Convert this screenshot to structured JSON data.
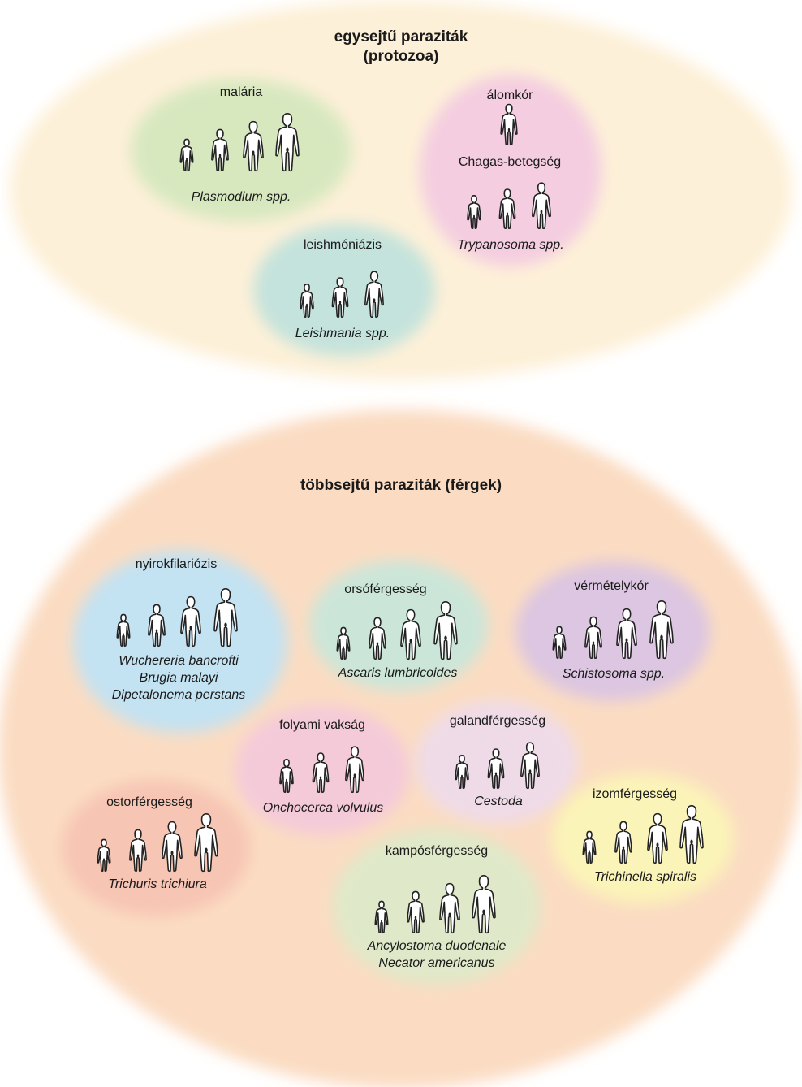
{
  "groups": [
    {
      "id": "protozoa",
      "title_lines": [
        "egysejtű paraziták",
        "(protozoa)"
      ],
      "color": "#fdf0d8"
    },
    {
      "id": "helminths",
      "title_lines": [
        "többsejtű paraziták (férgek)"
      ],
      "color": "#fbdcc2"
    }
  ],
  "diseases": [
    {
      "id": "malaria",
      "group": "protozoa",
      "name": "malária",
      "species": [
        "Plasmodium spp."
      ],
      "color": "#d7e8bf"
    },
    {
      "id": "sleeping-sickness",
      "group": "protozoa",
      "name": "álomkór",
      "species": [],
      "color": "#f4cde0"
    },
    {
      "id": "chagas",
      "group": "protozoa",
      "name": "Chagas-betegség",
      "species": [
        "Trypanosoma spp."
      ],
      "color": "#f4cde0"
    },
    {
      "id": "leishmaniasis",
      "group": "protozoa",
      "name": "leishmóniázis",
      "species": [
        "Leishmania spp."
      ],
      "color": "#c4e3dc"
    },
    {
      "id": "lymphatic-filariasis",
      "group": "helminths",
      "name": "nyirokfilariózis",
      "species": [
        "Wuchereria bancrofti",
        "Brugia malayi",
        "Dipetalonema perstans"
      ],
      "color": "#c3e2f2"
    },
    {
      "id": "ascariasis",
      "group": "helminths",
      "name": "orsóférgesség",
      "species": [
        "Ascaris lumbricoides"
      ],
      "color": "#cbe6d9"
    },
    {
      "id": "schistosomiasis",
      "group": "helminths",
      "name": "vérmételykór",
      "species": [
        "Schistosoma spp."
      ],
      "color": "#dcc6e1"
    },
    {
      "id": "river-blindness",
      "group": "helminths",
      "name": "folyami vakság",
      "species": [
        "Onchocerca volvulus"
      ],
      "color": "#f4cad9"
    },
    {
      "id": "cestodiasis",
      "group": "helminths",
      "name": "galandférgesség",
      "species": [
        "Cestoda"
      ],
      "color": "#efdbe8"
    },
    {
      "id": "trichuriasis",
      "group": "helminths",
      "name": "ostorférgesség",
      "species": [
        "Trichuris trichiura"
      ],
      "color": "#f7c5b4"
    },
    {
      "id": "trichinellosis",
      "group": "helminths",
      "name": "izomférgesség",
      "species": [
        "Trichinella spiralis"
      ],
      "color": "#fbf4b8"
    },
    {
      "id": "hookworm",
      "group": "helminths",
      "name": "kampósférgesség",
      "species": [
        "Ancylostoma duodenale",
        "Necator americanus"
      ],
      "color": "#dfe9c9"
    }
  ]
}
